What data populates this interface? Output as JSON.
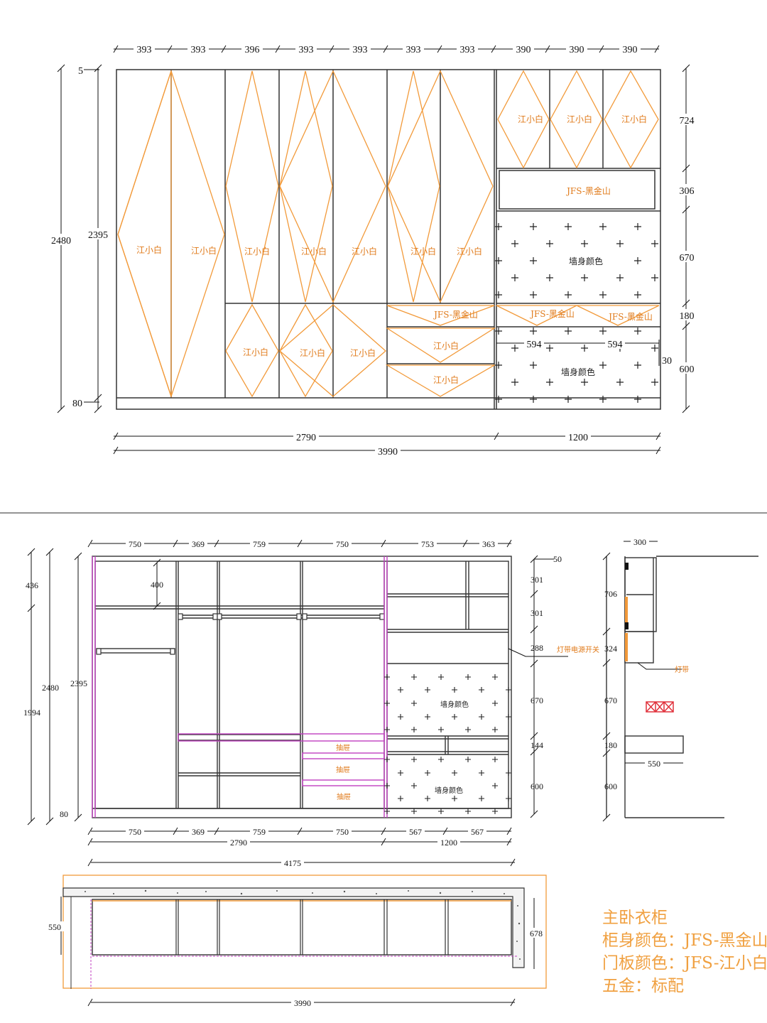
{
  "colors": {
    "door_line": "#f29a3a",
    "frame": "#333333",
    "drawer_mark": "#c040c0",
    "notes": "#f0a040",
    "switch_mark": "#e0303a"
  },
  "front_elevation": {
    "top_widths": [
      "393",
      "393",
      "396",
      "393",
      "393",
      "393",
      "393",
      "390",
      "390",
      "390"
    ],
    "left_dims": {
      "overall": "2480",
      "inner": "2395",
      "top_gap": "5",
      "plinth": "80"
    },
    "right_dims": [
      "724",
      "306",
      "670",
      "180",
      "600"
    ],
    "side_gap": "30",
    "bottom_dims": {
      "left": "2790",
      "right": "1200",
      "total": "3990"
    },
    "inner_widths": [
      "594",
      "594"
    ],
    "door_labels": {
      "tall": [
        "江小白",
        "江小白"
      ],
      "upper_mid": [
        "江小白",
        "江小白",
        "江小白",
        "江小白",
        "江小白"
      ],
      "lower_mid": [
        "江小白",
        "江小白",
        "江小白"
      ],
      "drawers": [
        "江小白",
        "江小白"
      ],
      "top_right": [
        "江小白",
        "江小白",
        "江小白"
      ],
      "black_gold": [
        "JFS-黑金山",
        "JFS-黑金山",
        "JFS-黑金山",
        "JFS-黑金山"
      ],
      "wall_color": [
        "墙身颜色",
        "墙身颜色"
      ]
    }
  },
  "inner_elevation": {
    "top_widths": [
      "750",
      "369",
      "759",
      "750",
      "753",
      "363"
    ],
    "top_right_gap": "50",
    "left_outer": [
      "436",
      "1994"
    ],
    "left_dims": {
      "overall": "2480",
      "inner": "2395",
      "plinth": "80",
      "shelf": "400"
    },
    "right_dims": [
      "301",
      "301",
      "288",
      "670",
      "144",
      "600"
    ],
    "bottom_widths": [
      "750",
      "369",
      "759",
      "750",
      "567",
      "567"
    ],
    "bottom_groups": {
      "left": "2790",
      "right": "1200"
    },
    "drawer_labels": [
      "抽屉",
      "抽屉",
      "抽屉"
    ],
    "wall_color": [
      "墙身颜色",
      "墙身颜色"
    ],
    "switch_label": "灯带电源开关"
  },
  "side_section": {
    "depth": "300",
    "dims": [
      "706",
      "324",
      "670",
      "180",
      "600"
    ],
    "bottom": "550",
    "light_label": "灯带"
  },
  "plan_view": {
    "widths": [
      "4175",
      "3990"
    ],
    "depth_left": "550",
    "depth_right": "678"
  },
  "notes": [
    "主卧衣柜",
    "柜身颜色：JFS-黑金山",
    "门板颜色：JFS-江小白",
    "五金：标配"
  ]
}
